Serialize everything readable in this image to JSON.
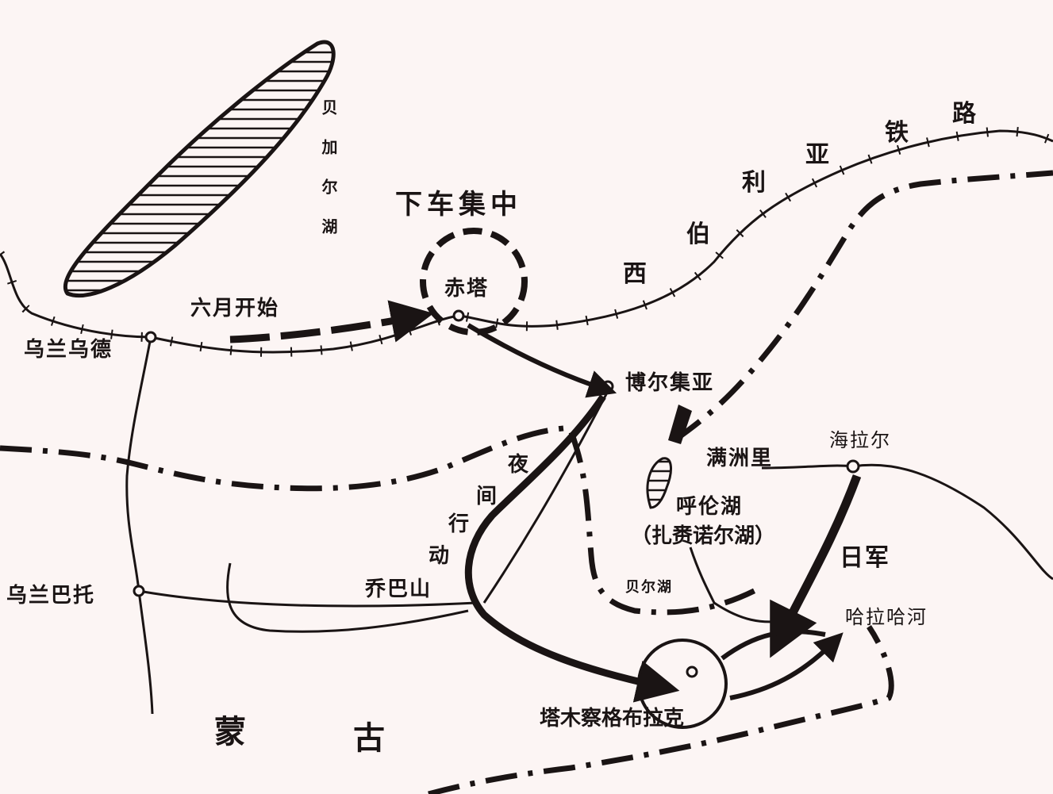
{
  "map": {
    "colors": {
      "ink": "#1a1414",
      "paper": "#fcf5f4"
    },
    "labels": {
      "lake_baikal": "贝加尔湖",
      "concentration": "下车集中",
      "chita": "赤塔",
      "june_start": "六月开始",
      "ulan_ude": "乌兰乌德",
      "railway_xi": "西",
      "railway_bo": "伯",
      "railway_li": "利",
      "railway_ya": "亚",
      "railway_tie": "铁",
      "railway_lu": "路",
      "borzya": "博尔集亚",
      "manzhouli": "满洲里",
      "hailar": "海拉尔",
      "hulun_lake": "呼伦湖",
      "zalainuoer_lake": "（扎赉诺尔湖）",
      "japanese_army": "日军",
      "buir_lake": "贝尔湖",
      "khalkhin_gol": "哈拉哈河",
      "choibalsan": "乔巴山",
      "ulaanbaatar": "乌兰巴托",
      "night_ye": "夜",
      "night_jian": "间",
      "night_xing": "行",
      "night_dong": "动",
      "tamsag_bulag": "塔木察格布拉克",
      "mongolia_meng": "蒙",
      "mongolia_gu": "古"
    }
  }
}
